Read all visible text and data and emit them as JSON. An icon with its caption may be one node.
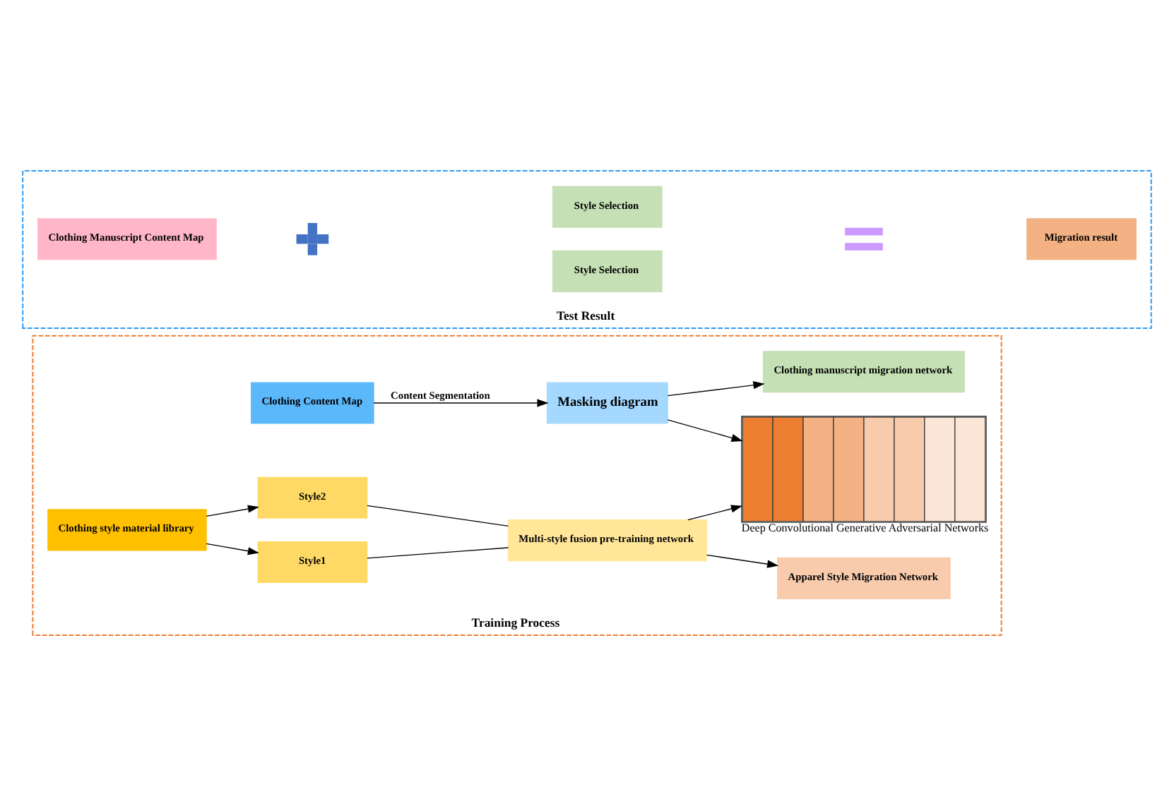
{
  "diagram": {
    "nodes": [
      {
        "text": [
          "Training Process"
        ]
      },
      {
        "text": [
          "Clothing Content Map"
        ],
        "in": 0
      },
      {
        "text": [
          "Masking diagram"
        ],
        "in": 0
      },
      {
        "text": [
          "Clothing manuscript migration network"
        ],
        "in": 0
      },
      {
        "text": [],
        "shape": "bar",
        "beside": [
          "Deep Convolutional Generative Adversarial Networks"
        ],
        "in": 0
      },
      {
        "text": [
          "Clothing style material library"
        ],
        "in": 0
      },
      {
        "text": [
          "Style1"
        ],
        "in": 0
      },
      {
        "text": [
          "Style2"
        ],
        "in": 0
      },
      {
        "text": [
          "Multi-style fusion pre-training network"
        ],
        "in": 0
      },
      {
        "text": [
          "Apparel Style Migration Network"
        ],
        "in": 0
      },
      {
        "text": [
          "Test Result"
        ]
      },
      {
        "text": [
          "Clothing Manuscript Content Map"
        ],
        "in": 10
      },
      {
        "text": [],
        "shape": "plus",
        "in": 10
      },
      {
        "text": [
          "Style Selection"
        ],
        "in": 10
      },
      {
        "text": [
          "Style Selection"
        ],
        "in": 10
      },
      {
        "text": [],
        "shape": "equals",
        "in": 10
      },
      {
        "text": [
          "Migration result"
        ],
        "in": 10
      }
    ],
    "edges": [
      {
        "from": 1,
        "to": 2,
        "arrow": "to",
        "label": "Content Segmentation"
      },
      {
        "from": 2,
        "to": 3,
        "arrow": "to"
      },
      {
        "from": 2,
        "to": 4,
        "arrow": "to"
      },
      {
        "from": 5,
        "to": 6,
        "arrow": "to"
      },
      {
        "from": 5,
        "to": 7,
        "arrow": "to"
      },
      {
        "from": 6,
        "to": 8,
        "arrow": "none"
      },
      {
        "from": 7,
        "to": 8,
        "arrow": "none"
      },
      {
        "from": 8,
        "to": 9,
        "arrow": "to"
      },
      {
        "from": 8,
        "to": 4,
        "arrow": "to"
      }
    ]
  }
}
